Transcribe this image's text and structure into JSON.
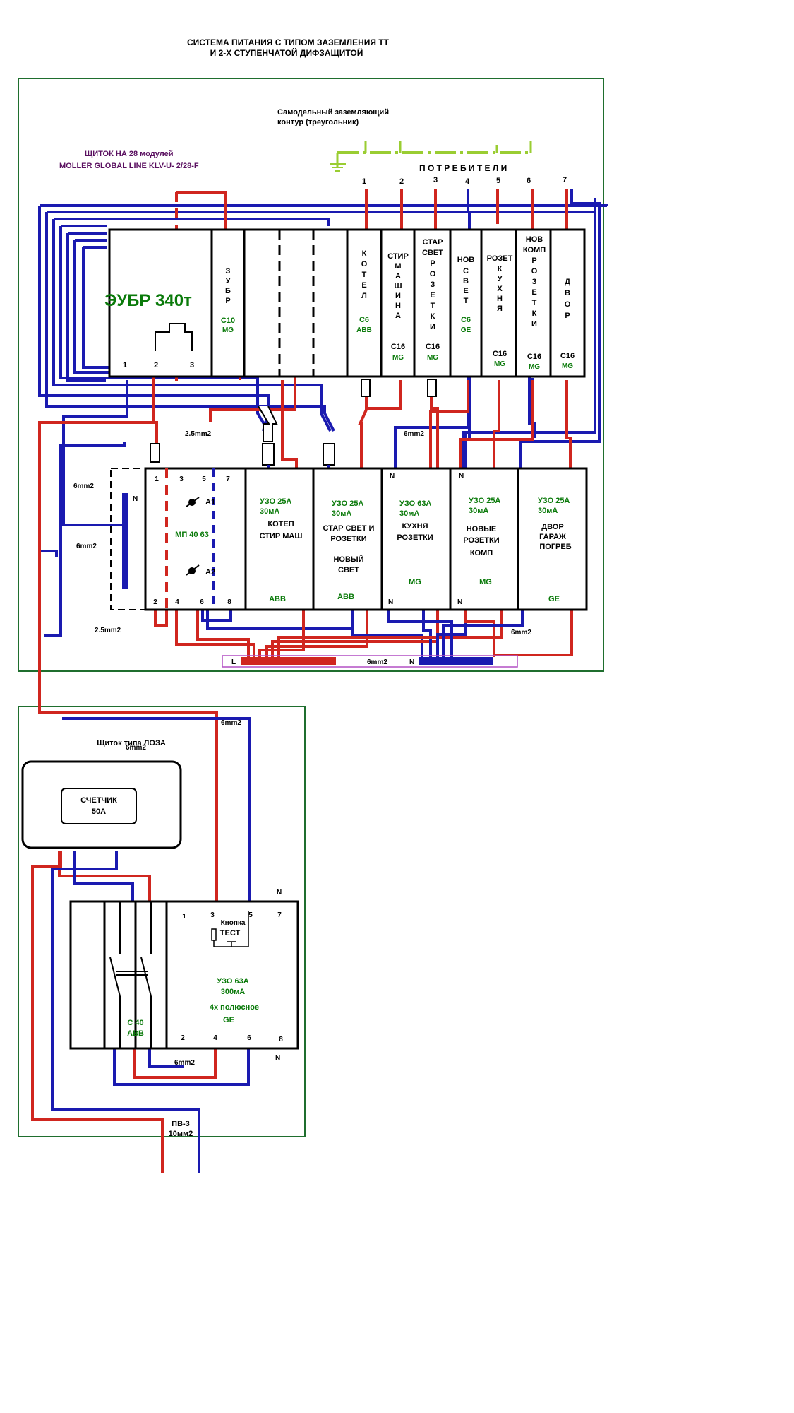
{
  "title": {
    "line1": "СИСТЕМА  ПИТАНИЯ С ТИПОМ  ЗАЗЕМЛЕНИЯ  ТТ",
    "line2": "И 2-Х СТУПЕНЧАТОЙ   ДИФЗАЩИТОЙ"
  },
  "ground_loop": {
    "line1": "Самодельный заземляющий",
    "line2": "контур (треугольник)"
  },
  "panel": {
    "line1": "ЩИТОК НА 28 модулей",
    "line2": "MOLLER   GLOBAL  LINE  KLV-U- 2/28-F"
  },
  "consumers": {
    "label": "П О Т Р Е Б И Т Е Л И",
    "numbers": [
      "1",
      "2",
      "3",
      "4",
      "5",
      "6",
      "7"
    ]
  },
  "relay": {
    "name": "ЭУБР 340т",
    "terminals": [
      "1",
      "2",
      "3"
    ]
  },
  "breakers": [
    {
      "name": "З У Б Р",
      "rating": "C10",
      "brand": "MG"
    },
    {
      "name": "К О Т Е Л",
      "rating": "C6",
      "brand": "ABB"
    },
    {
      "name": "СТИР М А Ш И Н А",
      "rating": "C16",
      "brand": "MG"
    },
    {
      "name": "СТАР СВЕТ Р О З Е Т К И",
      "rating": "C16",
      "brand": "MG"
    },
    {
      "name": "НОВ СВЕТ",
      "rating": "C6",
      "brand": "GE"
    },
    {
      "name": "РОЗЕТ К У Х Н Я",
      "rating": "C16",
      "brand": "MG"
    },
    {
      "name": "НОВ КОМП Р О З Е Т К И",
      "rating": "C16",
      "brand": "MG"
    },
    {
      "name": "Д В О Р",
      "rating": "C16",
      "brand": "MG"
    }
  ],
  "wire_labels": {
    "w_2_5_top": "2.5mm2",
    "w_6_mid": "6mm2",
    "w_6_left1": "6mm2",
    "w_6_left2": "6mm2",
    "w_2_5_bottom": "2.5mm2",
    "w_6_right": "6mm2",
    "w_6_bus": "6mm2",
    "w_6_lower1": "6mm2",
    "w_6_lower2": "6mm2",
    "w_6_lower3": "6mm2"
  },
  "mp": {
    "name": "МП 40 63",
    "a1": "A1",
    "a2": "A2",
    "terminals_top": [
      "1",
      "3",
      "5",
      "7"
    ],
    "terminals_bottom": [
      "2",
      "4",
      "6",
      "8"
    ],
    "n": "N"
  },
  "rcds": [
    {
      "rating": "УЗО 25А",
      "current": "30мА",
      "desc": [
        "КОТЕП",
        "СТИР  МАШ"
      ],
      "brand": "ABB"
    },
    {
      "rating": "УЗО 25А",
      "current": "30мА",
      "desc": [
        "СТАР СВЕТ И",
        "РОЗЕТКИ",
        "НОВЫЙ",
        "СВЕТ"
      ],
      "brand": "ABB"
    },
    {
      "rating": "УЗО 63А",
      "current": "30мА",
      "desc": [
        "КУХНЯ",
        "РОЗЕТКИ"
      ],
      "brand": "MG"
    },
    {
      "rating": "УЗО 25А",
      "current": "30мА",
      "desc": [
        "НОВЫЕ",
        "РОЗЕТКИ",
        "КОМП"
      ],
      "brand": "MG"
    },
    {
      "rating": "УЗО 25А",
      "current": "30мА",
      "desc": [
        "ДВОР",
        "ГАРАЖ",
        "ПОГРЕБ"
      ],
      "brand": "GE"
    }
  ],
  "bus": {
    "l": "L",
    "n": "N"
  },
  "loza": {
    "title": "Щиток типа ЛОЗА",
    "meter_line1": "СЧЕТЧИК",
    "meter_line2": "50А",
    "main_breaker_rating": "C 40",
    "main_breaker_brand": "ABB",
    "rcd_line1": "УЗО   63А",
    "rcd_line2": "300мА",
    "rcd_line3": "4х полюсное",
    "rcd_brand": "GE",
    "test_line1": "Кнопка",
    "test_line2": "ТЕСТ",
    "terminals_top": [
      "1",
      "3",
      "5",
      "7"
    ],
    "terminals_bottom": [
      "2",
      "4",
      "6",
      "8"
    ],
    "n_top": "N",
    "n_bottom": "N"
  },
  "cable": {
    "line1": "ПВ-3",
    "line2": "10мм2"
  },
  "colors": {
    "phase": "#d0261f",
    "neutral": "#1a1ab0",
    "earth": "#9acd32",
    "label_green": "#0a7a0a",
    "label_purple": "#5a1060"
  }
}
